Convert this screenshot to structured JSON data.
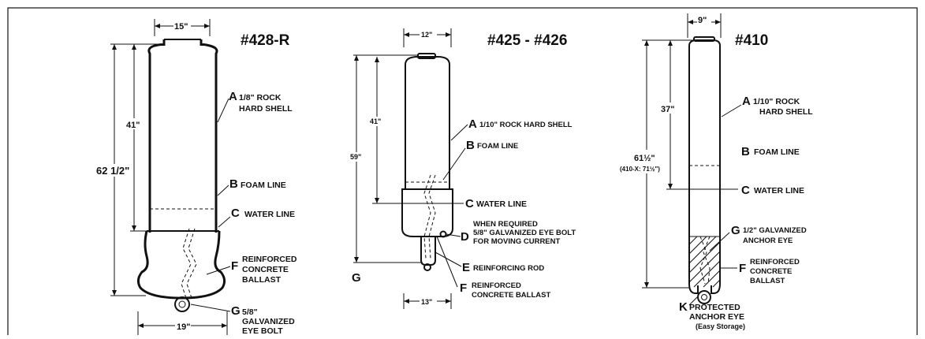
{
  "models": {
    "m428": {
      "title": "#428-R",
      "width_top": "15\"",
      "width_bottom": "19\"",
      "height_total": "62 1/2\"",
      "height_upper": "41\"",
      "parts": {
        "A": {
          "letter": "A",
          "line1": "1/8\" ROCK",
          "line2": "HARD SHELL"
        },
        "B": {
          "letter": "B",
          "line1": "FOAM LINE"
        },
        "C": {
          "letter": "C",
          "line1": "WATER LINE"
        },
        "F": {
          "letter": "F",
          "line1": "REINFORCED",
          "line2": "CONCRETE",
          "line3": "BALLAST"
        },
        "G": {
          "letter": "G",
          "line1": "5/8\"",
          "line2": "GALVANIZED",
          "line3": "EYE BOLT"
        }
      }
    },
    "m425": {
      "title": "#425 - #426",
      "width_top": "12\"",
      "width_bottom": "13\"",
      "height_total": "59\"",
      "height_upper": "41\"",
      "side_letter": "G",
      "parts": {
        "A": {
          "letter": "A",
          "line1": "1/10\" ROCK HARD SHELL"
        },
        "B": {
          "letter": "B",
          "line1": "FOAM LINE"
        },
        "C": {
          "letter": "C",
          "line1": "WATER LINE"
        },
        "D": {
          "letter": "D",
          "line0": "WHEN REQUIRED",
          "line1": "5/8\" GALVANIZED EYE BOLT",
          "line2": "FOR MOVING CURRENT"
        },
        "E": {
          "letter": "E",
          "line1": "REINFORCING ROD"
        },
        "F": {
          "letter": "F",
          "line1": "REINFORCED",
          "line2": "CONCRETE BALLAST"
        }
      }
    },
    "m410": {
      "title": "#410",
      "width_top": "9\"",
      "height_total": "61½\"",
      "height_total_alt": "(410-X: 71½\")",
      "height_upper": "37\"",
      "parts": {
        "A": {
          "letter": "A",
          "line1": "1/10\" ROCK",
          "line2": "HARD SHELL"
        },
        "B": {
          "letter": "B",
          "line1": "FOAM LINE"
        },
        "C": {
          "letter": "C",
          "line1": "WATER LINE"
        },
        "G": {
          "letter": "G",
          "line1": "1/2\" GALVANIZED",
          "line2": "ANCHOR EYE"
        },
        "F": {
          "letter": "F",
          "line1": "REINFORCED",
          "line2": "CONCRETE",
          "line3": "BALLAST"
        },
        "K": {
          "letter": "K",
          "line1": "PROTECTED",
          "line2": "ANCHOR EYE",
          "line3": "(Easy Storage)"
        }
      }
    }
  }
}
